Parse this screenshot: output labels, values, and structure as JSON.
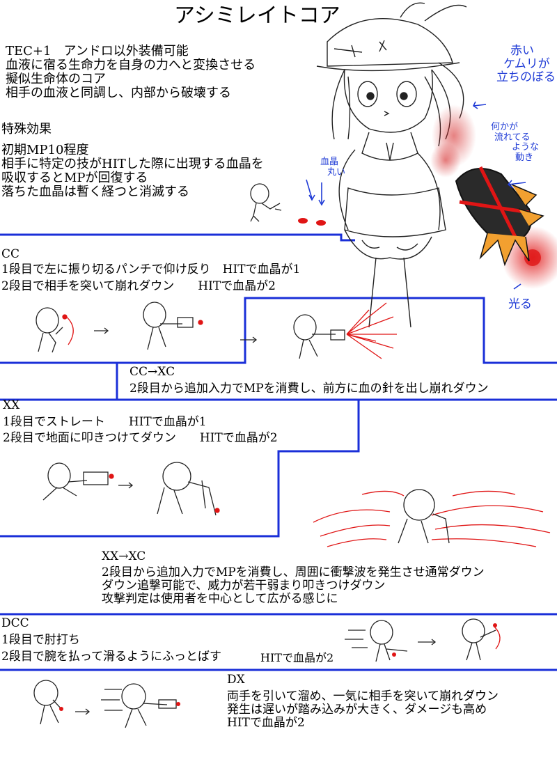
{
  "title": "アシミレイトコア",
  "intro": [
    "TEC+1　アンドロ以外装備可能",
    "血液に宿る生命力を自身の力へと変換させる",
    "擬似生命体のコア",
    "相手の血液と同調し、内部から破壊する"
  ],
  "special": {
    "heading": "特殊効果",
    "lines": [
      "初期MP10程度",
      "相手に特定の技がHITした際に出現する血晶を",
      "吸収するとMPが回復する",
      "落ちた血晶は暫く経つと消滅する"
    ]
  },
  "notes": {
    "red_smoke": [
      "赤い",
      "ケムリが",
      "立ちのぼる"
    ],
    "flowing": [
      "何かが",
      "流れてる",
      "ような",
      "動き"
    ],
    "glow": "光る",
    "crystal": [
      "血晶",
      "丸い"
    ]
  },
  "cc": {
    "heading": "CC",
    "line1": "1段目で左に振り切るパンチで仰け反り　HITで血晶が1",
    "line2": "2段目で相手を突いて崩れダウン　　HITで血晶が2"
  },
  "cc_xc": {
    "heading": "CC→XC",
    "line": "2段目から追加入力でMPを消費し、前方に血の針を出し崩れダウン"
  },
  "xx": {
    "heading": "XX",
    "line1": "1段目でストレート　　HITで血晶が1",
    "line2": "2段目で地面に叩きつけてダウン　　HITで血晶が2"
  },
  "xx_xc": {
    "heading": "XX→XC",
    "lines": [
      "2段目から追加入力でMPを消費し、周囲に衝撃波を発生させ通常ダウン",
      "ダウン追撃可能で、威力が若干弱まり叩きつけダウン",
      "攻撃判定は使用者を中心として広がる感じに"
    ]
  },
  "dcc": {
    "heading": "DCC",
    "line1": "1段目で肘打ち",
    "line2": "2段目で腕を払って滑るようにふっとばす",
    "line2b": "HITで血晶が2"
  },
  "dx": {
    "heading": "DX",
    "lines": [
      "両手を引いて溜め、一気に相手を突いて崩れダウン",
      "発生は遅いが踏み込みが大きく、ダメージも高め",
      "HITで血晶が2"
    ]
  },
  "colors": {
    "divider": "#1a2fd8",
    "blood": "#e01515",
    "note": "#1f3bd6"
  }
}
